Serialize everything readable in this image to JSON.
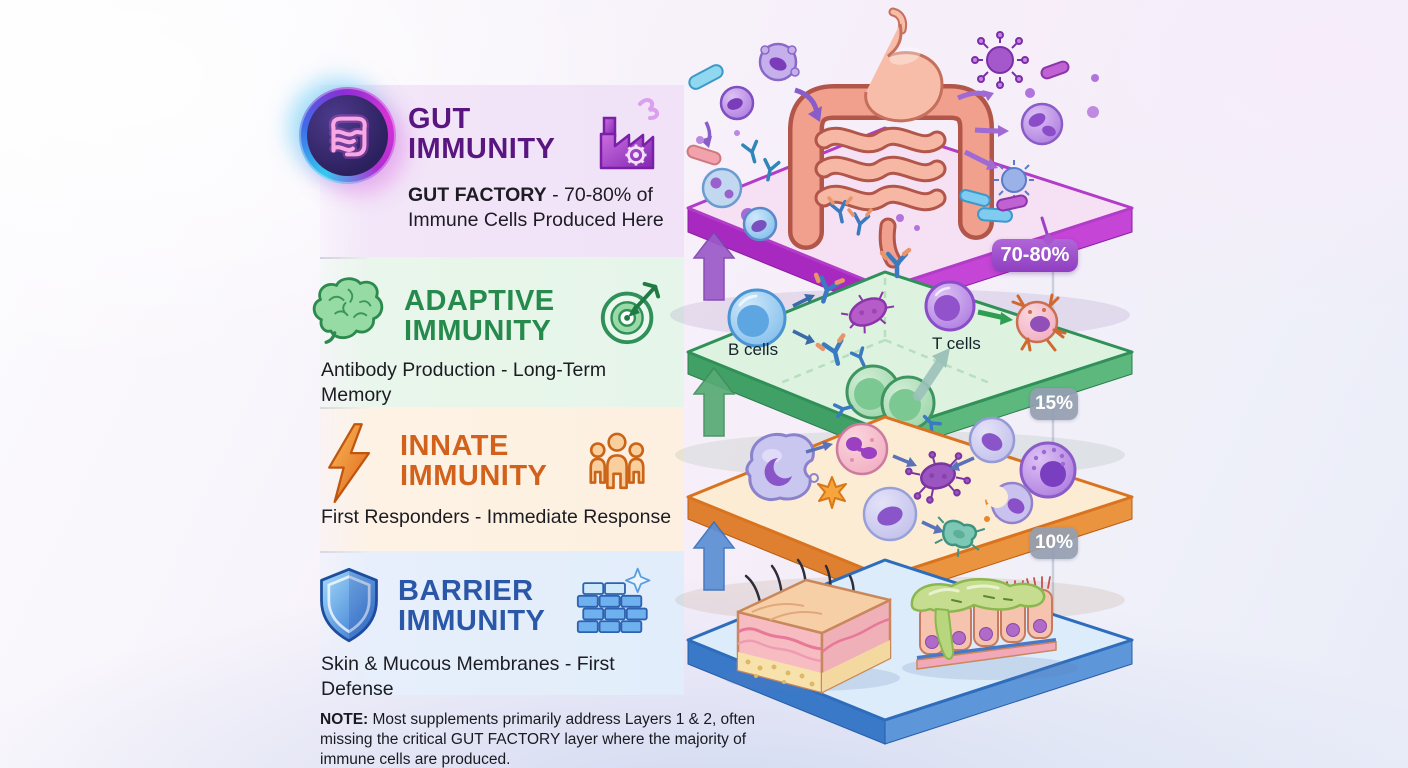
{
  "sections": [
    {
      "id": "gut",
      "title_line1": "GUT",
      "title_line2": "IMMUNITY",
      "subtitle_bold": "GUT FACTORY",
      "subtitle_rest": " - 70-80% of Immune Cells Produced Here",
      "accent_color": "#5a1680",
      "band_color": "#f1e2f7",
      "icon_left": "intestines-circle-icon",
      "icon_right": "factory-icon"
    },
    {
      "id": "adaptive",
      "title_line1": "ADAPTIVE",
      "title_line2": "IMMUNITY",
      "subtitle": "Antibody Production - Long-Term Memory",
      "accent_color": "#278a4d",
      "band_color": "#e6f5e9",
      "icon_left": "brain-icon",
      "icon_right": "target-icon"
    },
    {
      "id": "innate",
      "title_line1": "INNATE",
      "title_line2": "IMMUNITY",
      "subtitle": "First Responders - Immediate Response",
      "accent_color": "#d2611c",
      "band_color": "#fdf0e0",
      "icon_left": "lightning-icon",
      "icon_right": "people-icon"
    },
    {
      "id": "barrier",
      "title_line1": "BARRIER",
      "title_line2": "IMMUNITY",
      "subtitle": "Skin & Mucous Membranes - First Defense",
      "accent_color": "#2a57a8",
      "band_color": "#e2edfb",
      "icon_left": "shield-icon",
      "icon_right": "brick-wall-icon"
    }
  ],
  "diagram": {
    "layers": [
      {
        "name": "gut-layer",
        "percent": "70-80%",
        "badge_color": "#9a46c2"
      },
      {
        "name": "adaptive-layer",
        "percent": "15%",
        "badge_color": "#949eb0"
      },
      {
        "name": "innate-layer",
        "percent": "10%",
        "badge_color": "#949eb0"
      },
      {
        "name": "barrier-layer"
      }
    ],
    "b_cells_label": "B cells",
    "t_cells_label": "T cells"
  },
  "note": {
    "prefix": "NOTE:",
    "text": " Most supplements primarily address Layers 1 & 2, often missing the critical GUT FACTORY layer where the majority of immune cells are produced."
  }
}
